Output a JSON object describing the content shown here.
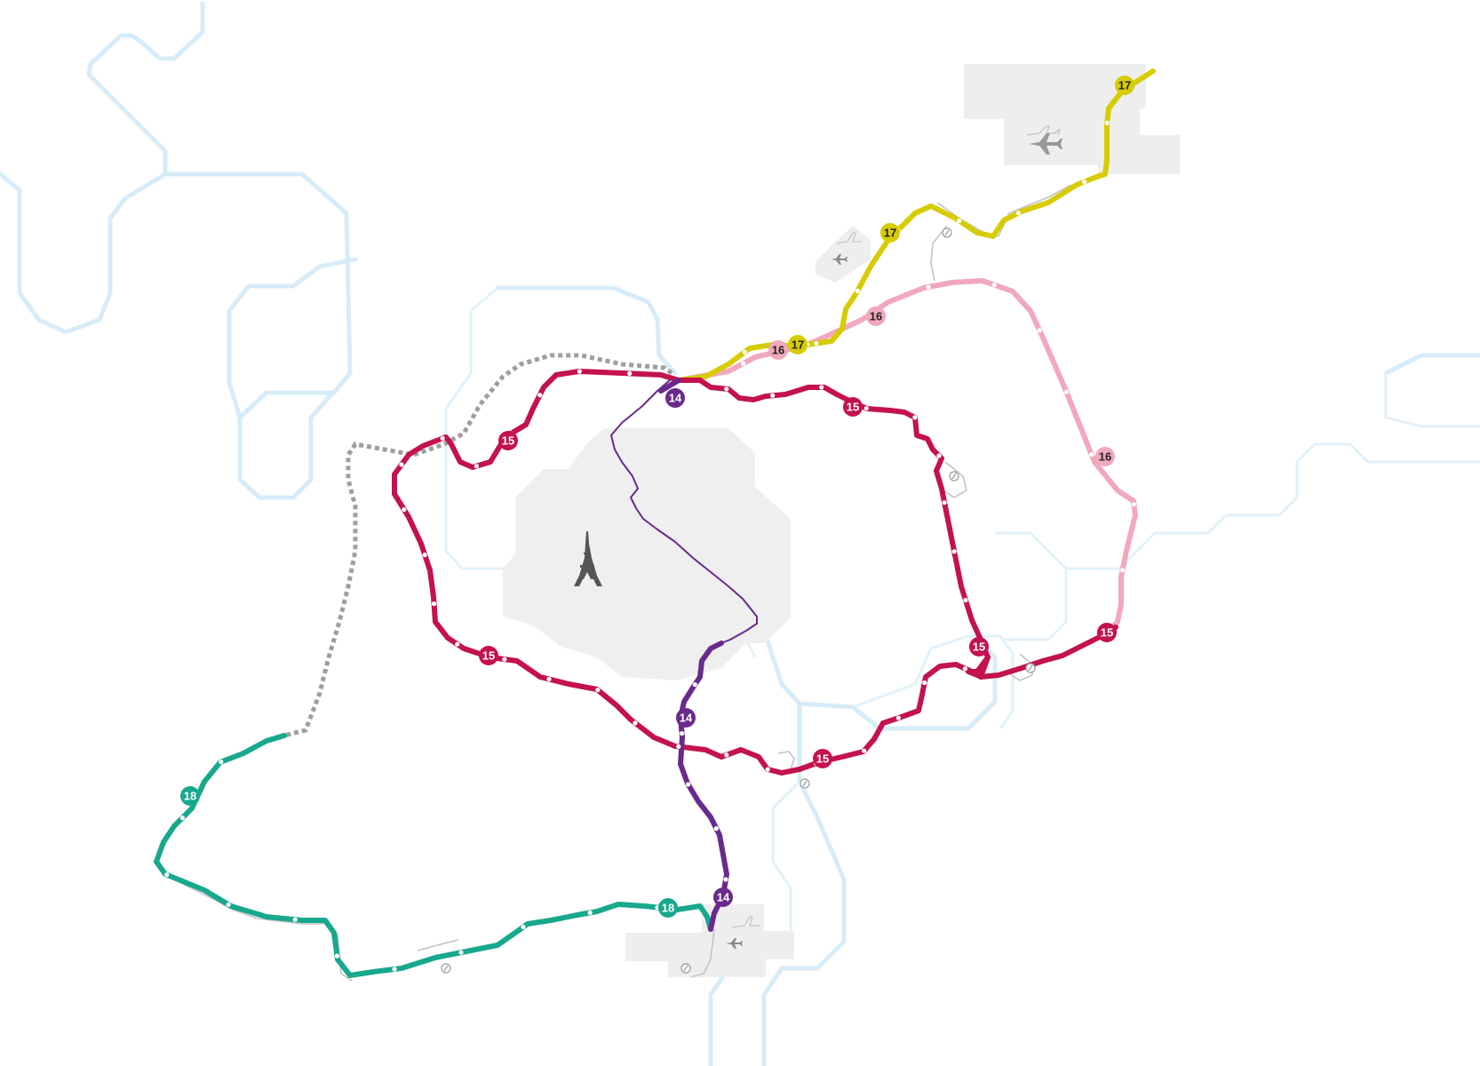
{
  "map": {
    "lines": [
      {
        "id": "14",
        "label": "14",
        "color": "#6a2a8c",
        "text_color": "#ffffff"
      },
      {
        "id": "15",
        "label": "15",
        "color": "#c3124e",
        "text_color": "#ffffff"
      },
      {
        "id": "16",
        "label": "16",
        "color": "#f1a8bd",
        "text_color": "#222222"
      },
      {
        "id": "17",
        "label": "17",
        "color": "#d6cc00",
        "text_color": "#222222"
      },
      {
        "id": "18",
        "label": "18",
        "color": "#18a88d",
        "text_color": "#ffffff"
      }
    ],
    "badges": {
      "l17_a": "17",
      "l17_b": "17",
      "l17_c": "17",
      "l16_a": "16",
      "l16_b": "16",
      "l16_c": "16",
      "l15_a": "15",
      "l15_b": "15",
      "l15_c": "15",
      "l15_d": "15",
      "l15_e": "15",
      "l15_f": "15",
      "l14_a": "14",
      "l14_b": "14",
      "l14_c": "14",
      "l18_a": "18",
      "l18_b": "18"
    },
    "icons": [
      "eiffel-tower-icon",
      "airplane-icon",
      "tgv-station-icon"
    ],
    "colors": {
      "river": "#d3eaf7",
      "zone": "#eeeeee",
      "future_link": "#9e9e9e",
      "rail": "#c4c4c4"
    }
  }
}
